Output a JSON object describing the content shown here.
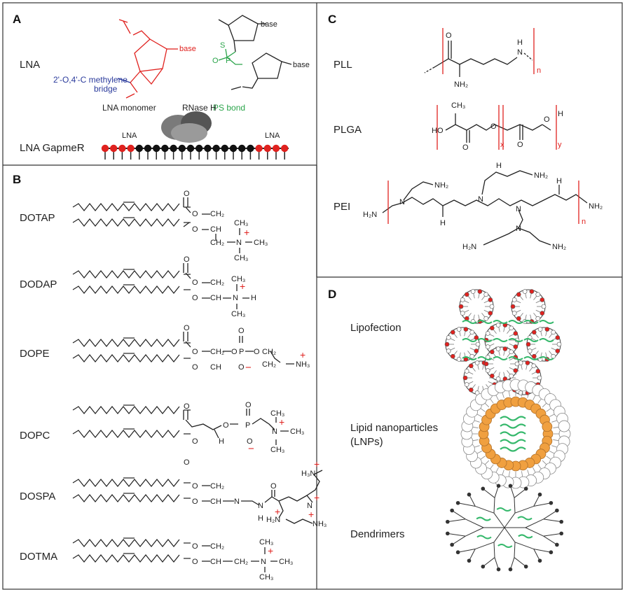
{
  "panels": {
    "A": {
      "label": "A",
      "row1": "LNA",
      "bridge_line1": "2'-O,4'-C methylene",
      "bridge_line2": "bridge",
      "monomer": "LNA monomer",
      "base1": "base",
      "base2": "base",
      "base3": "base",
      "ps_bond": "PS bond",
      "row2": "LNA GapmeR",
      "rnase": "RNase H",
      "gap_left": "LNA",
      "gap_right": "LNA",
      "colors": {
        "lna": "#e0221f",
        "ps": "#2aa44a",
        "bridge": "#2b3b9c",
        "dna": "#111111"
      }
    },
    "B": {
      "label": "B",
      "lipids": [
        "DOTAP",
        "DODAP",
        "DOPE",
        "DOPC",
        "DOSPA",
        "DOTMA"
      ]
    },
    "C": {
      "label": "C",
      "polymers": [
        "PLL",
        "PLGA",
        "PEI"
      ]
    },
    "D": {
      "label": "D",
      "carriers": [
        "Lipofection",
        "Lipid nanoparticles (LNPs)",
        "Dendrimers"
      ],
      "carrier_lines": {
        "lnp_line1": "Lipid nanoparticles",
        "lnp_line2": "(LNPs)"
      },
      "colors": {
        "headgroup": "#e0221f",
        "core": "#f0a040",
        "cargo": "#35b86b"
      }
    }
  },
  "labels": {
    "ch2": "CH₂",
    "ch": "CH",
    "ch3": "CH₃",
    "n": "N",
    "o": "O",
    "p": "P",
    "h": "H",
    "nh2": "NH₂",
    "nh3": "NH₃",
    "h3n": "H₃N",
    "h2n": "H₂N",
    "ho": "HO",
    "s": "S",
    "sub_n": "n",
    "sub_x": "x",
    "sub_y": "y",
    "plus": "+",
    "minus": "−"
  }
}
